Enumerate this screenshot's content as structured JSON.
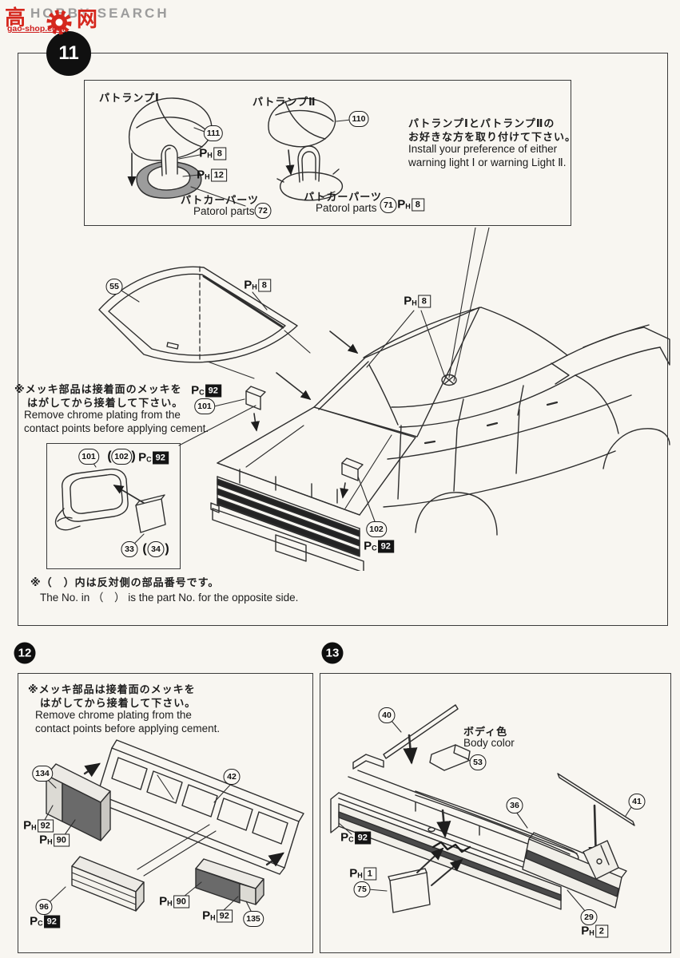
{
  "watermark": {
    "brand": "HOBBY SEARCH",
    "cn_left": "高",
    "cn_right": "网",
    "site": "gao-shop.com"
  },
  "steps": {
    "s11": "11",
    "s12": "12",
    "s13": "13"
  },
  "paint": {
    "p": "P",
    "h": "H",
    "c": "C",
    "n8": "8",
    "n12": "12",
    "n92": "92",
    "n90": "90",
    "n1": "1",
    "n2": "2"
  },
  "parts": {
    "p111": "111",
    "p110": "110",
    "p72": "72",
    "p71": "71",
    "p55": "55",
    "p101": "101",
    "p102": "102",
    "p33": "33",
    "p34": "34",
    "p134": "134",
    "p135": "135",
    "p42": "42",
    "p96": "96",
    "p40": "40",
    "p53": "53",
    "p36": "36",
    "p41": "41",
    "p75": "75",
    "p29": "29"
  },
  "punct": {
    "open": "(",
    "close": ")"
  },
  "lamp_section": {
    "lamp1_title": "パトランプⅠ",
    "lamp2_title": "パトランプⅡ",
    "patrol_jp": "パトカーパーツ",
    "patrol_en": "Patorol parts",
    "choice_jp1": "パトランプⅠとパトランプⅡの",
    "choice_jp2": "お好きな方を取り付けて下さい。",
    "choice_en1": "Install your preference of either",
    "choice_en2": "warning light Ⅰ or warning Light Ⅱ."
  },
  "notes": {
    "chrome_jp1": "※メッキ部品は接着面のメッキを",
    "chrome_jp2": "はがしてから接着して下さい。",
    "chrome_en1": "Remove chrome plating from the",
    "chrome_en2": "contact points before applying cement.",
    "opposite_jp": "※（　）内は反対側の部品番号です。",
    "opposite_en": "The No. in （　） is the part No. for the opposite side.",
    "body_color_jp": "ボディ色",
    "body_color_en": "Body color"
  }
}
